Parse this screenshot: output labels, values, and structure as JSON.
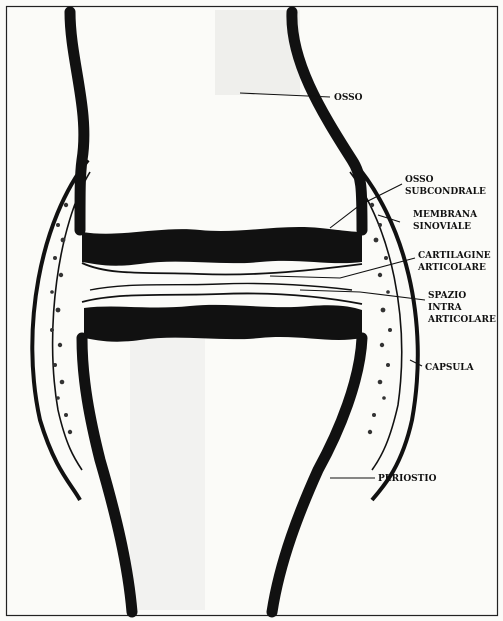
{
  "figure": {
    "title": "",
    "labels": {
      "osso": "OSSO",
      "osso_subcondrale_1": "OSSO",
      "osso_subcondrale_2": "SUBCONDRALE",
      "membrana_1": "MEMBRANA",
      "membrana_2": "SINOVIALE",
      "cartilagine_1": "CARTILAGINE",
      "cartilagine_2": "ARTICOLARE",
      "spazio_1": "SPAZIO",
      "spazio_2": "INTRA",
      "spazio_3": "ARTICOLARE",
      "capsula": "CAPSULA",
      "periostio": "PERIOSTIO"
    }
  },
  "colors": {
    "ink": "#111111",
    "paper": "#fbfbf8",
    "bleed_through": "#dcdcd6"
  }
}
